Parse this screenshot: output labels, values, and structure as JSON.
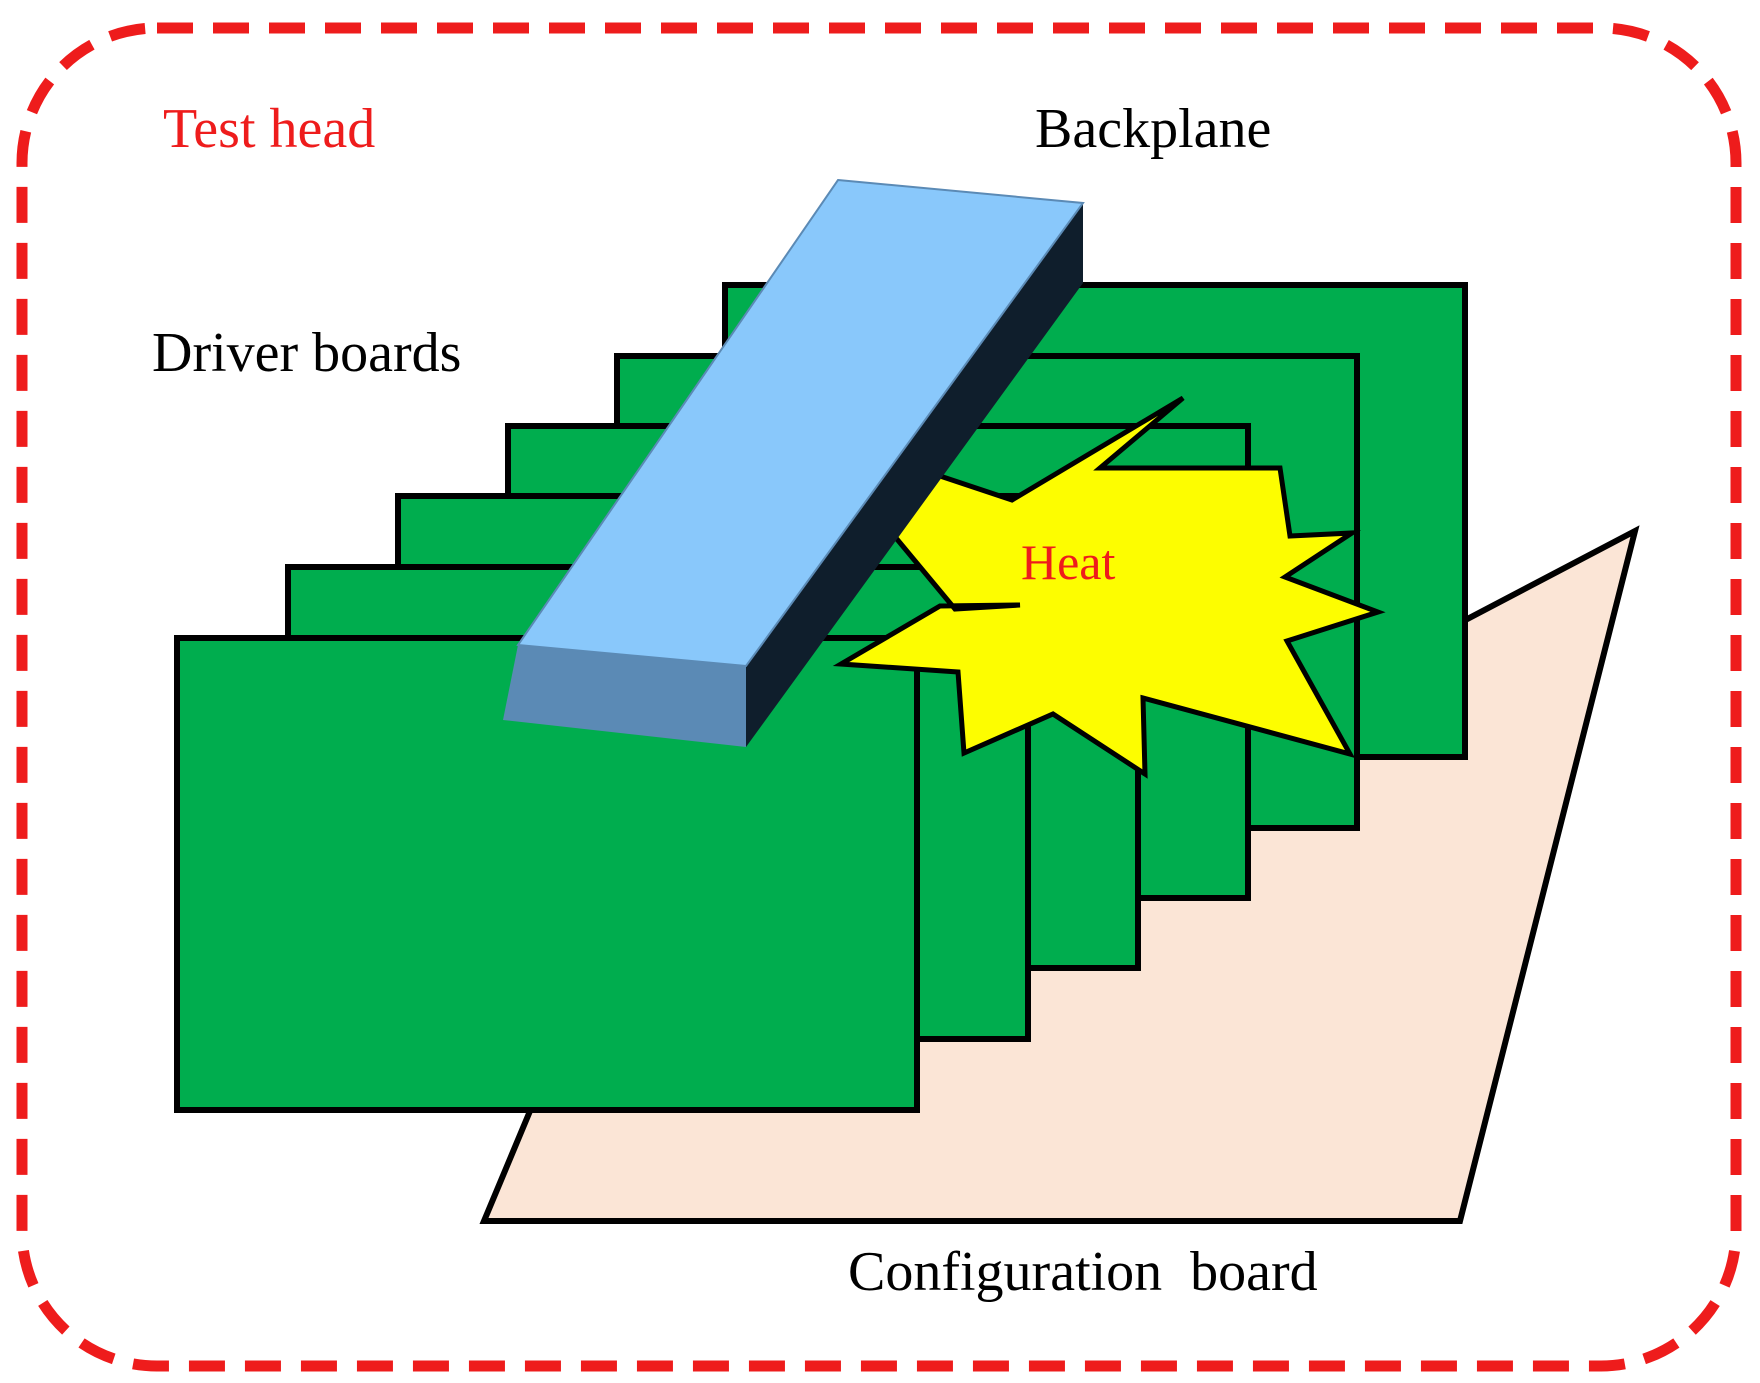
{
  "labels": {
    "test_head": "Test head",
    "backplane": "Backplane",
    "driver_boards": "Driver boards",
    "heat": "Heat",
    "configuration_board": "Configuration  board"
  },
  "colors": {
    "frame": "#ee1c1c",
    "test_head_text": "#ee1c1c",
    "board_fill": "#00ad4e",
    "board_stroke": "#000000",
    "config_fill": "#fbe5d6",
    "backplane_top": "#89c8fb",
    "backplane_front": "#5b8ab5",
    "backplane_side": "#0f1e2c",
    "heat_fill": "#fdfd00",
    "heat_text": "#ee1c1c",
    "text": "#000000"
  },
  "driver_board_count": 6
}
